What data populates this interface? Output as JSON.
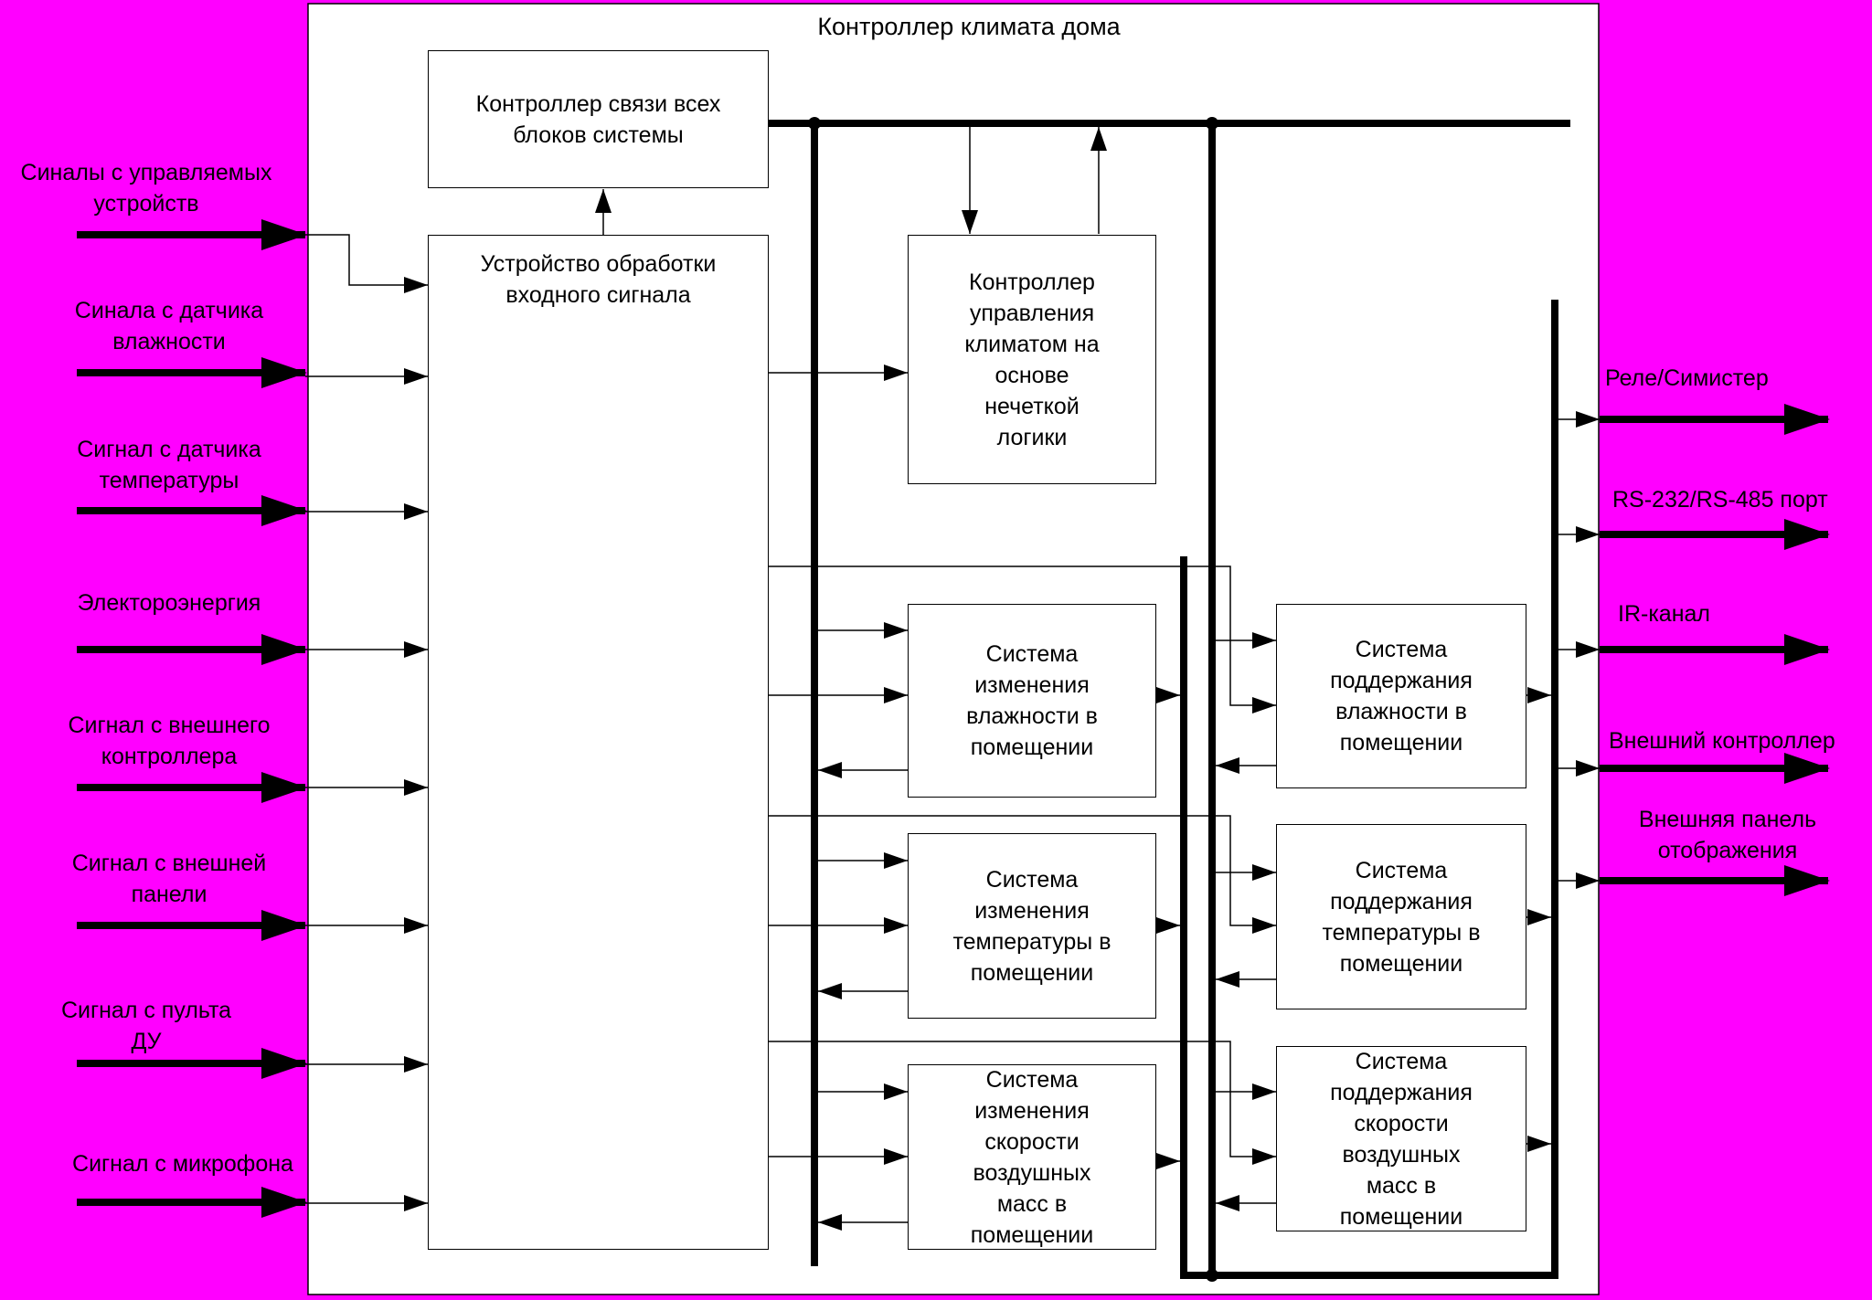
{
  "title": "Контроллер климата дома",
  "blocks": {
    "comm": "Контроллер связи всех\nблоков системы",
    "input": "Устройство обработки\nвходного сигнала",
    "fuzzy": "Контроллер\nуправления\nклиматом на\nоснове\nнечеткой\nлогики",
    "change_humidity": "Система\nизменения\nвлажности в\nпомещении",
    "change_temperature": "Система\nизменения\nтемпературы в\nпомещении",
    "change_air": "Система\nизменения\nскорости\nвоздушных\nмасс в\nпомещении",
    "keep_humidity": "Система\nподдержания\nвлажности в\nпомещении",
    "keep_temperature": "Система\nподдержания\nтемпературы в\nпомещении",
    "keep_air": "Система\nподдержания\nскорости\nвоздушных\nмасс в\nпомещении"
  },
  "inputs": [
    "Синалы с управляемых\nустройств",
    "Синала с датчика\nвлажности",
    "Сигнал с датчика\nтемпературы",
    "Электороэнергия",
    "Сигнал с внешнего\nконтроллера",
    "Сигнал с внешней\nпанели",
    "Сигнал с пульта\nДУ",
    "Сигнал с микрофона"
  ],
  "outputs": [
    "Реле/Симистер",
    "RS-232/RS-485 порт",
    "IR-канал",
    "Внешний контроллер",
    "Внешняя панель\nотображения"
  ]
}
